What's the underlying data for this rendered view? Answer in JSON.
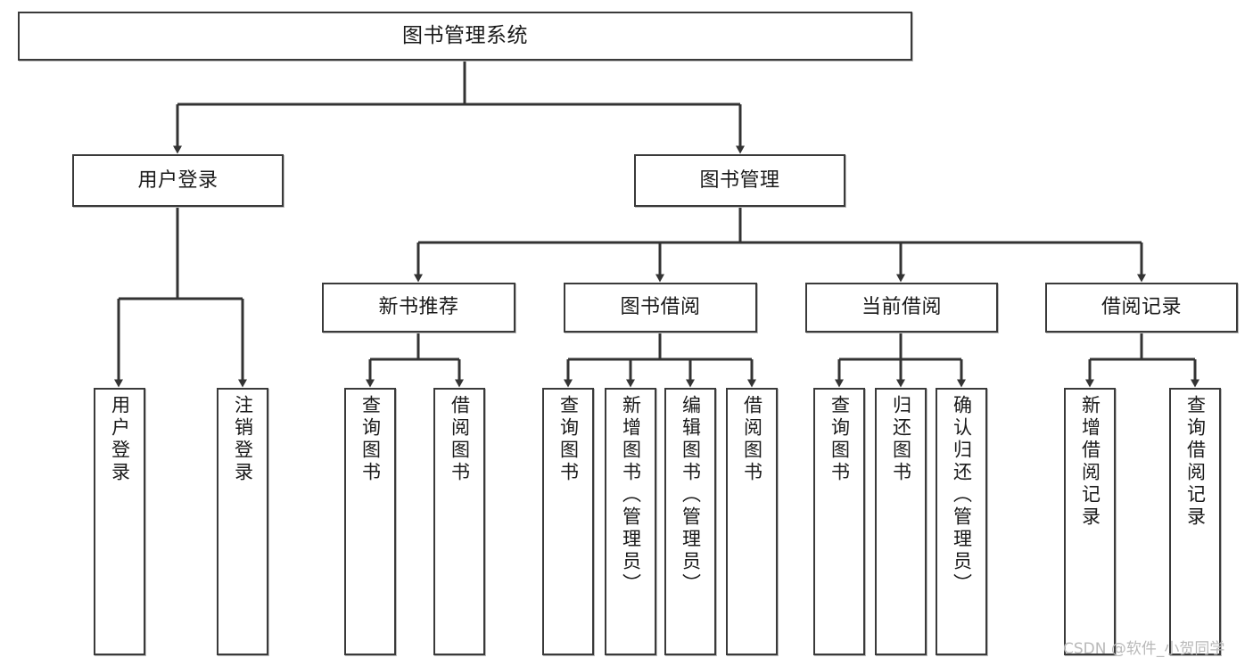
{
  "diagram": {
    "title": "图书管理系统",
    "type": "tree-hierarchy-flowchart",
    "colors": {
      "node_border": "#3a3a3a",
      "node_fill": "#ffffff",
      "edge": "#333333",
      "text": "#1a1a1a",
      "watermark": "#b9b9b9"
    },
    "root": {
      "label": "图书管理系统"
    },
    "level2": [
      {
        "label": "用户登录"
      },
      {
        "label": "图书管理"
      }
    ],
    "level3": [
      {
        "label": "新书推荐"
      },
      {
        "label": "图书借阅"
      },
      {
        "label": "当前借阅"
      },
      {
        "label": "借阅记录"
      }
    ],
    "leaves": {
      "user_login": [
        {
          "label": "用户登录"
        },
        {
          "label": "注销登录"
        }
      ],
      "new_book_rec": [
        {
          "label": "查询图书"
        },
        {
          "label": "借阅图书"
        }
      ],
      "book_borrow": [
        {
          "label": "查询图书"
        },
        {
          "label": "新增图书（管理员）"
        },
        {
          "label": "编辑图书（管理员）"
        },
        {
          "label": "借阅图书"
        }
      ],
      "current_borrow": [
        {
          "label": "查询图书"
        },
        {
          "label": "归还图书"
        },
        {
          "label": "确认归还（管理员）"
        }
      ],
      "borrow_record": [
        {
          "label": "新增借阅记录"
        },
        {
          "label": "查询借阅记录"
        }
      ]
    }
  },
  "watermark": {
    "text": "CSDN @软件_小贺同学"
  }
}
